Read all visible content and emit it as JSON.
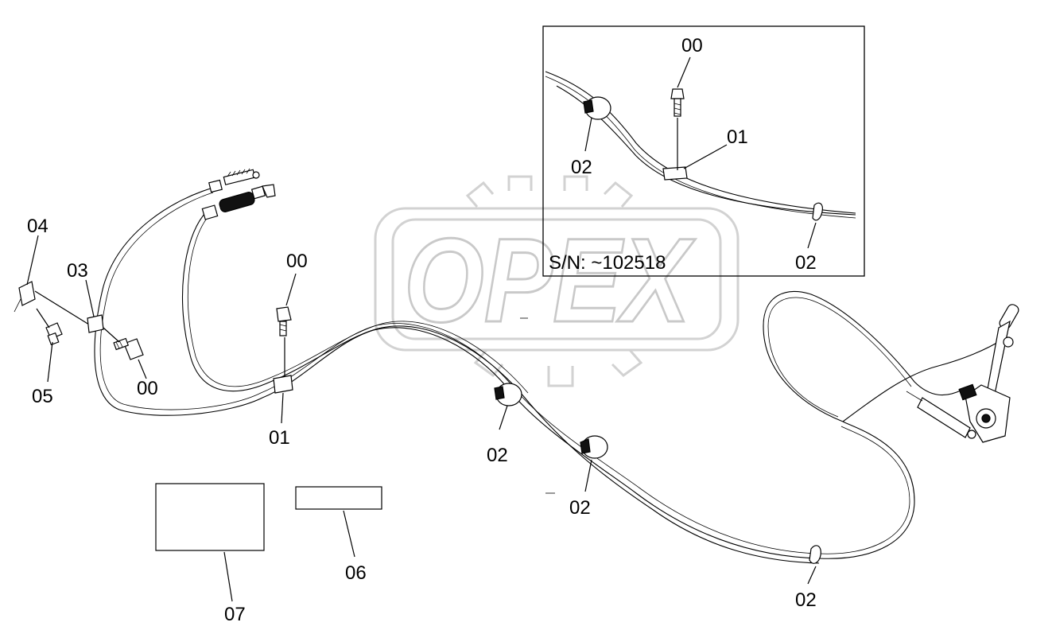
{
  "watermark": {
    "logo_text": "OPEX"
  },
  "inset": {
    "serial_label": "S/N: ~102518"
  },
  "callouts": {
    "c00_inset": "00",
    "c01_inset": "01",
    "c02_inset_a": "02",
    "c02_inset_b": "02",
    "c04": "04",
    "c03": "03",
    "c05": "05",
    "c00_left": "00",
    "c00_mid": "00",
    "c01_main": "01",
    "c02_a": "02",
    "c02_b": "02",
    "c02_c": "02",
    "c07": "07",
    "c06": "06"
  }
}
